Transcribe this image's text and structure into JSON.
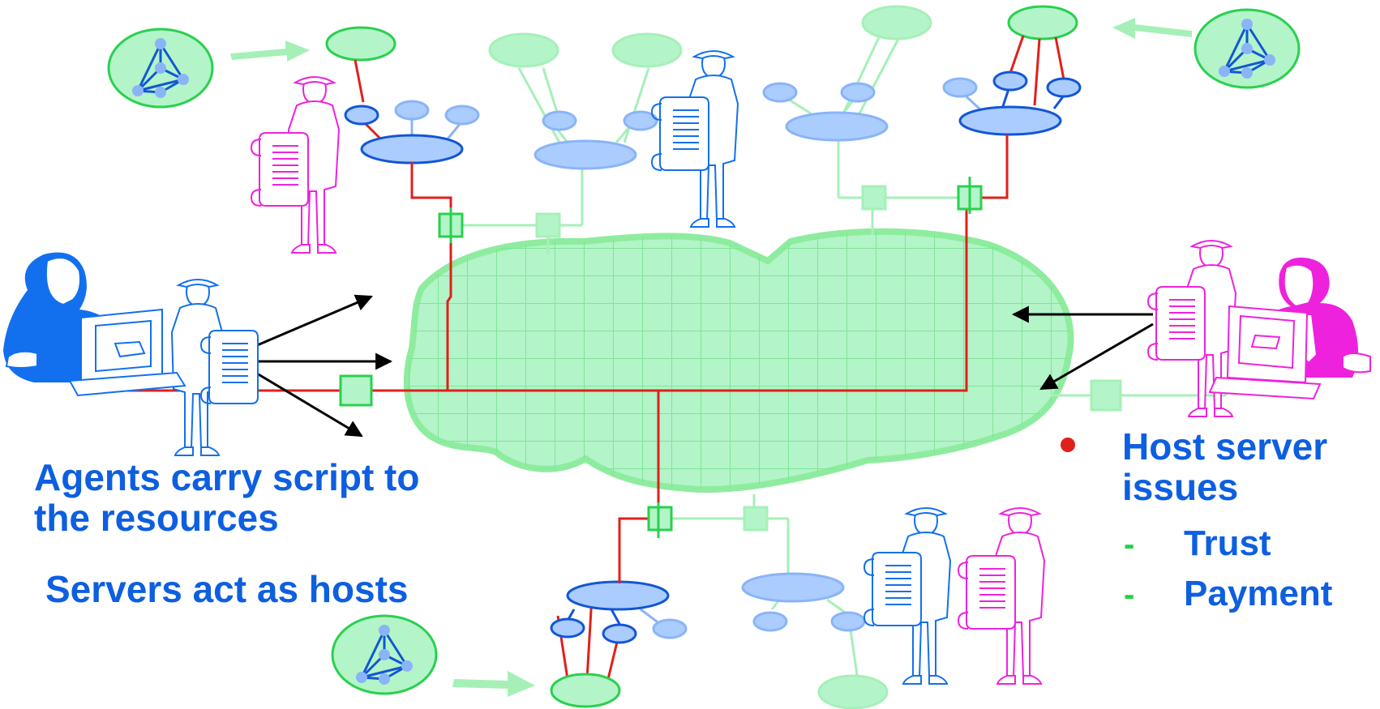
{
  "texts": {
    "caption_agents_line1": "Agents carry script to",
    "caption_agents_line2": "the resources",
    "caption_servers": "Servers act as hosts",
    "issues_heading_line1": "Host server",
    "issues_heading_line2": "issues",
    "issue_dash": "-",
    "issue_trust": "Trust",
    "issue_payment": "Payment"
  },
  "colors": {
    "cloud_fill": "#b3f4c8",
    "cloud_stroke": "#8eec9f",
    "light_green": "#a6f0b8",
    "network_hub_fill": "#aaccff",
    "network_hub_stroke": "#1256d6",
    "route_red": "#e0201c",
    "caption_blue": "#0d5fe0",
    "issue_green": "#22d24a",
    "person_magenta": "#ee22dd",
    "person_blue": "#1270ee"
  },
  "icons": {
    "agent_badge": "tetrahedron-network-icon",
    "scroll": "script-scroll-icon",
    "router": "router-node-icon"
  }
}
